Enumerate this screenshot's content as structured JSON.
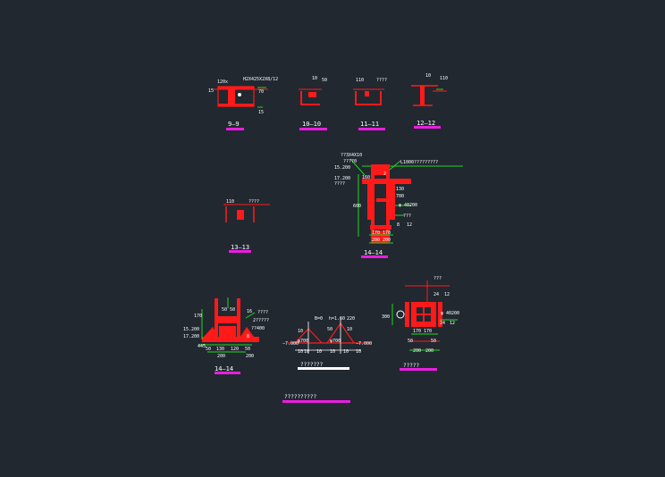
{
  "colors": {
    "background": "#212830",
    "steel": "#ff1a1a",
    "text": "#ffffff",
    "leader": "#1fd81f",
    "dimension": "#1fd81f",
    "tag": "#e81ee0",
    "tag_white": "#ffffff"
  },
  "sections": {
    "s9": {
      "title": "9—9",
      "label_top": "120x",
      "label_note": "H2X425X2X8/12",
      "label_left": "15",
      "label_right": "70",
      "label_bottom": "15"
    },
    "s10": {
      "title": "10—10",
      "label_a": "10",
      "label_b": "50"
    },
    "s11": {
      "title": "11—11",
      "label_a": "110",
      "label_b": "????"
    },
    "s12": {
      "title": "12—12",
      "label_a": "10",
      "label_b": "110"
    },
    "s13": {
      "title": "13—13",
      "label_a": "110",
      "label_b": "????"
    },
    "s14a": {
      "title": "14—14",
      "note_top": "??3X4X10",
      "elev_1": "????0",
      "elev_2": "15.200",
      "elev_3": "17.200",
      "elev_4": "????",
      "note_right": "L1000?????????",
      "dim_a": "160",
      "dim_b": "2",
      "dim_c": "130",
      "dim_d": "700",
      "dim_e": "600",
      "dim_f": "φ 40200",
      "dim_g": "???",
      "dim_h": "8",
      "dim_i": "12",
      "dim_j": "170",
      "dim_k": "170",
      "dim_l": "200",
      "dim_m": "200"
    },
    "s14b": {
      "title": "14—14",
      "dim_top": "50 50",
      "elev_1": "15.200",
      "elev_2": "17.200",
      "note_a": "????",
      "note_b": "2?????",
      "note_c": "??400",
      "dim_a": "50",
      "dim_b": "130",
      "dim_c": "120",
      "dim_d": "50",
      "dim_e": "200",
      "dim_f": "200",
      "dim_g": "170",
      "dim_h": "445",
      "dim_i": "16",
      "dim_j": "8"
    },
    "anchor": {
      "title": "???????",
      "dim_top": "B=0",
      "dim_top2": "h=1.60",
      "dim_top3": "220",
      "lbl_1": "10",
      "lbl_2": "50",
      "lbl_3": "10",
      "lbl_4": "φ700",
      "lbl_5": "φ700",
      "lbl_6": "−7.000",
      "lbl_7": "−7.000",
      "lbl_8": "10",
      "lbl_9": "10",
      "lbl_10": "10",
      "lbl_11": "10",
      "lbl_12": "10",
      "lbl_13": "10"
    },
    "column": {
      "title": "?????",
      "label_top": "???",
      "dim_a": "24",
      "dim_b": "12",
      "dim_c": "φ 40200",
      "dim_d": "300",
      "dim_e": "170",
      "dim_f": "170",
      "dim_g": "24",
      "dim_h": "12",
      "dim_i": "50",
      "dim_j": "50",
      "dim_k": "200",
      "dim_l": "200"
    }
  },
  "footer": {
    "title": "??????????"
  }
}
